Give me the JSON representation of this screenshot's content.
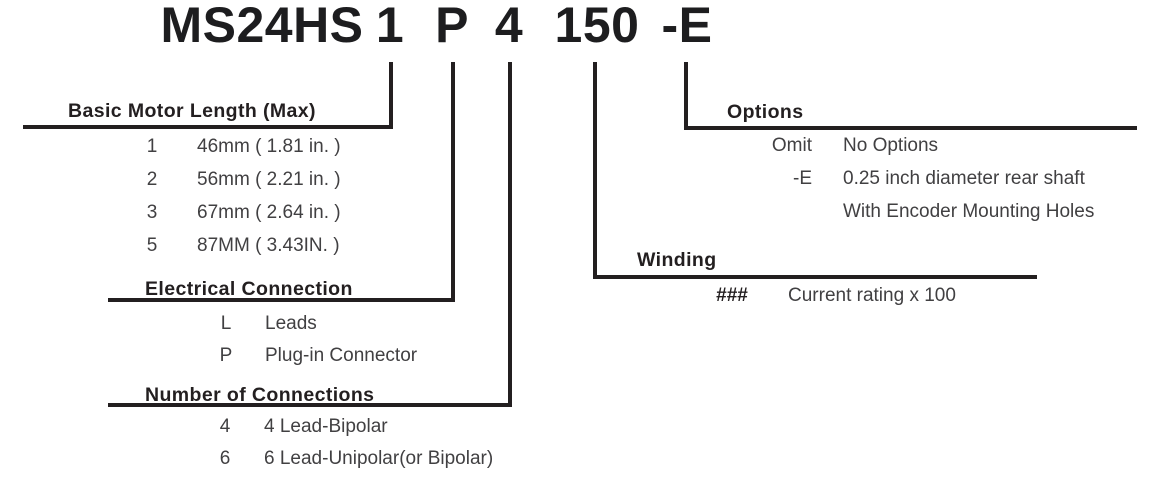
{
  "title": {
    "full": "MS24HS 1 P 4 150 -E",
    "segments": [
      "MS24HS",
      "1",
      "P",
      "4",
      "150",
      "-E"
    ]
  },
  "sections": {
    "basic_motor_length": {
      "heading": "Basic Motor Length (Max)",
      "items": [
        {
          "code": "1",
          "desc": "46mm ( 1.81 in. )"
        },
        {
          "code": "2",
          "desc": "56mm ( 2.21 in. )"
        },
        {
          "code": "3",
          "desc": "67mm ( 2.64 in. )"
        },
        {
          "code": "5",
          "desc": "87MM ( 3.43IN. )"
        }
      ]
    },
    "electrical_connection": {
      "heading": "Electrical Connection",
      "items": [
        {
          "code": "L",
          "desc": "Leads"
        },
        {
          "code": "P",
          "desc": "Plug-in Connector"
        }
      ]
    },
    "number_of_connections": {
      "heading": "Number of Connections",
      "items": [
        {
          "code": "4",
          "desc": "4 Lead-Bipolar"
        },
        {
          "code": "6",
          "desc": "6 Lead-Unipolar(or Bipolar)"
        }
      ]
    },
    "winding": {
      "heading": "Winding",
      "items": [
        {
          "code": "###",
          "desc": "Current rating x 100"
        }
      ]
    },
    "options": {
      "heading": "Options",
      "items": [
        {
          "code": "Omit",
          "desc": "No Options"
        },
        {
          "code": "-E",
          "desc": "0.25 inch diameter rear shaft"
        },
        {
          "code": "",
          "desc": "With Encoder Mounting Holes"
        }
      ]
    }
  },
  "colors": {
    "ink": "#231f20",
    "body_text": "#414042",
    "background": "#ffffff"
  }
}
